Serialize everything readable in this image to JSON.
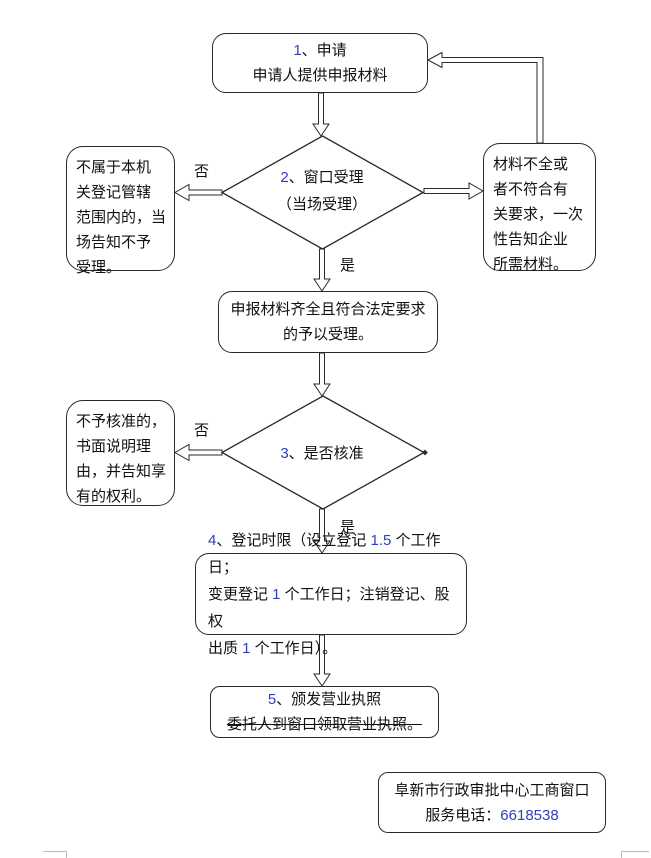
{
  "labels": {
    "yes": "是",
    "no": "否"
  },
  "nodes": {
    "step1": {
      "line1": "1、申请",
      "line2": "申请人提供申报材料"
    },
    "decision2": {
      "line1": "2、窗口受理",
      "line2": "（当场受理）"
    },
    "reject_scope": {
      "lines": [
        "不属于本机",
        "关登记管辖",
        "范围内的，当",
        "场告知不予",
        "受理。"
      ]
    },
    "materials_notice": {
      "lines": [
        "材料不全或",
        "者不符合有",
        "关要求，一次",
        "性告知企业",
        "所需材料。"
      ]
    },
    "accept": {
      "line1": "申报材料齐全且符合法定要求",
      "line2": "的予以受理。"
    },
    "decision3": {
      "line1": "3、是否核准"
    },
    "reject_approval": {
      "lines": [
        "不予核准的，",
        "书面说明理",
        "由，并告知享",
        "有的权利。"
      ]
    },
    "step4": {
      "line1": "4、登记时限（设立登记 1.5 个工作日；",
      "line2": "变更登记 1 个工作日；注销登记、股权",
      "line3": "出质 1 个工作日）。"
    },
    "step5": {
      "line1": "5、颁发营业执照",
      "line2": "委托人到窗口领取营业执照。"
    },
    "contact": {
      "line1": "阜新市行政审批中心工商窗口",
      "line2": "服务电话：6618538"
    }
  },
  "colors": {
    "digit_accent": "#2f3fbe",
    "line": "#2a2a2a",
    "crop_mark": "#b9b9b9"
  }
}
